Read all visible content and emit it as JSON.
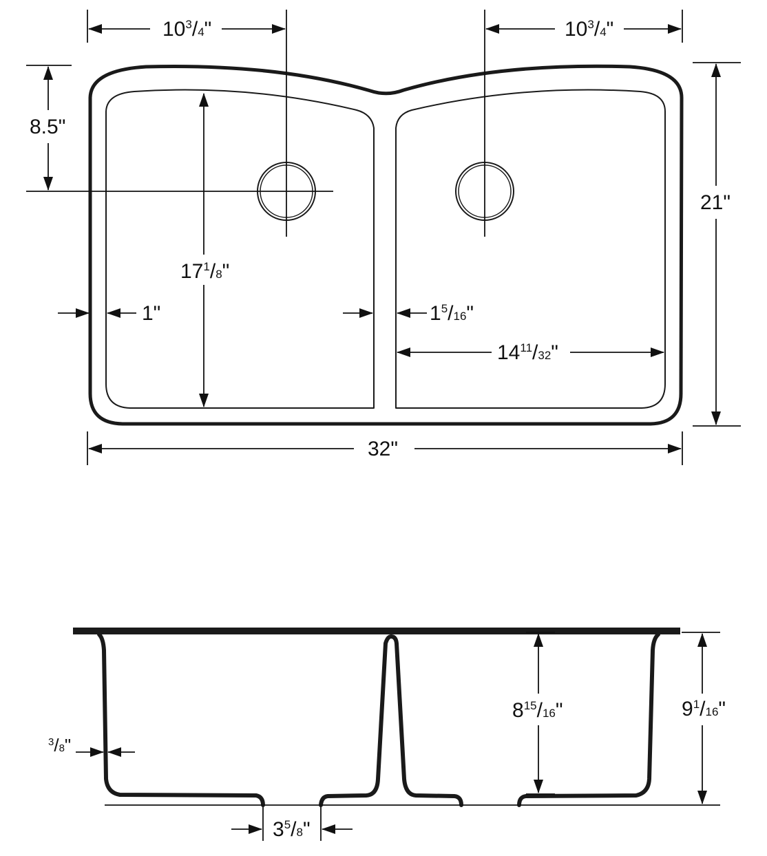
{
  "colors": {
    "ink": "#1a1a1a",
    "background": "#ffffff"
  },
  "top_view": {
    "left_drain_offset": {
      "whole": "10",
      "num": "3",
      "den": "4",
      "unit": "\""
    },
    "right_drain_offset": {
      "whole": "10",
      "num": "3",
      "den": "4",
      "unit": "\""
    },
    "drain_depth_from_top": {
      "text": "8.5\""
    },
    "left_bowl_depth": {
      "whole": "17",
      "num": "1",
      "den": "8",
      "unit": "\""
    },
    "overall_depth": {
      "text": "21\""
    },
    "rim_width": {
      "text": "1\""
    },
    "divider_width": {
      "whole": "1",
      "num": "5",
      "den": "16",
      "unit": "\""
    },
    "right_bowl_width": {
      "whole": "14",
      "num": "11",
      "den": "32",
      "unit": "\""
    },
    "overall_width": {
      "text": "32\""
    }
  },
  "side_view": {
    "bowl_depth": {
      "whole": "8",
      "num": "15",
      "den": "16",
      "unit": "\""
    },
    "overall_height": {
      "whole": "9",
      "num": "1",
      "den": "16",
      "unit": "\""
    },
    "wall_thickness": {
      "whole": "",
      "num": "3",
      "den": "8",
      "unit": "\""
    },
    "drain_opening": {
      "whole": "3",
      "num": "5",
      "den": "8",
      "unit": "\""
    }
  }
}
